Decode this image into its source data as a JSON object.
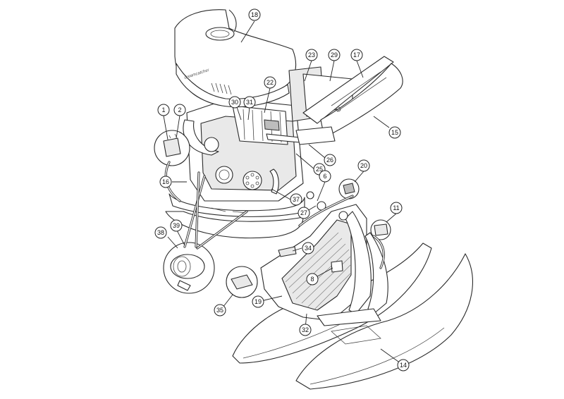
{
  "diagram": {
    "brand_label": "dreamcatcher",
    "callouts": [
      {
        "id": "18",
        "label": "18"
      },
      {
        "id": "23",
        "label": "23"
      },
      {
        "id": "29",
        "label": "29"
      },
      {
        "id": "17",
        "label": "17"
      },
      {
        "id": "22",
        "label": "22"
      },
      {
        "id": "30",
        "label": "30"
      },
      {
        "id": "31",
        "label": "31"
      },
      {
        "id": "1",
        "label": "1"
      },
      {
        "id": "2",
        "label": "2"
      },
      {
        "id": "15",
        "label": "15"
      },
      {
        "id": "26",
        "label": "26"
      },
      {
        "id": "25",
        "label": "25"
      },
      {
        "id": "16",
        "label": "16"
      },
      {
        "id": "20",
        "label": "20"
      },
      {
        "id": "6",
        "label": "6"
      },
      {
        "id": "37",
        "label": "37"
      },
      {
        "id": "27",
        "label": "27"
      },
      {
        "id": "11",
        "label": "11"
      },
      {
        "id": "38",
        "label": "38"
      },
      {
        "id": "39",
        "label": "39"
      },
      {
        "id": "34",
        "label": "34"
      },
      {
        "id": "8",
        "label": "8"
      },
      {
        "id": "19",
        "label": "19"
      },
      {
        "id": "35",
        "label": "35"
      },
      {
        "id": "32",
        "label": "32"
      },
      {
        "id": "14",
        "label": "14"
      }
    ]
  }
}
